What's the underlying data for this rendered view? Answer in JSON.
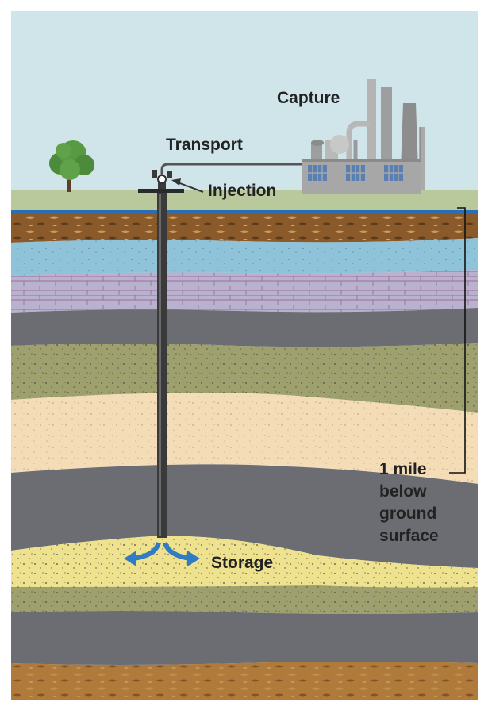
{
  "labels": {
    "capture": "Capture",
    "transport": "Transport",
    "injection": "Injection",
    "storage": "Storage",
    "depth_lines": [
      "1 mile",
      "below",
      "ground",
      "surface"
    ]
  },
  "icons": [
    "tree-icon",
    "factory-icon",
    "wellhead-icon",
    "flow-arrow-icon"
  ],
  "colors": {
    "sky": "#cfe5ea",
    "grass": "#b9c99b",
    "water_line": "#2a6fb5",
    "brown_soil": "#8b5a2b",
    "aquifer": "#8fc3da",
    "limestone": "#b8b2cf",
    "shale": "#6b6d72",
    "olive": "#9ea06e",
    "sandstone": "#f3dcb6",
    "storage_sand": "#efe28f",
    "bottom_soil": "#b07a3a",
    "well": "#3a3a3a",
    "arrow": "#2f7cc6"
  }
}
